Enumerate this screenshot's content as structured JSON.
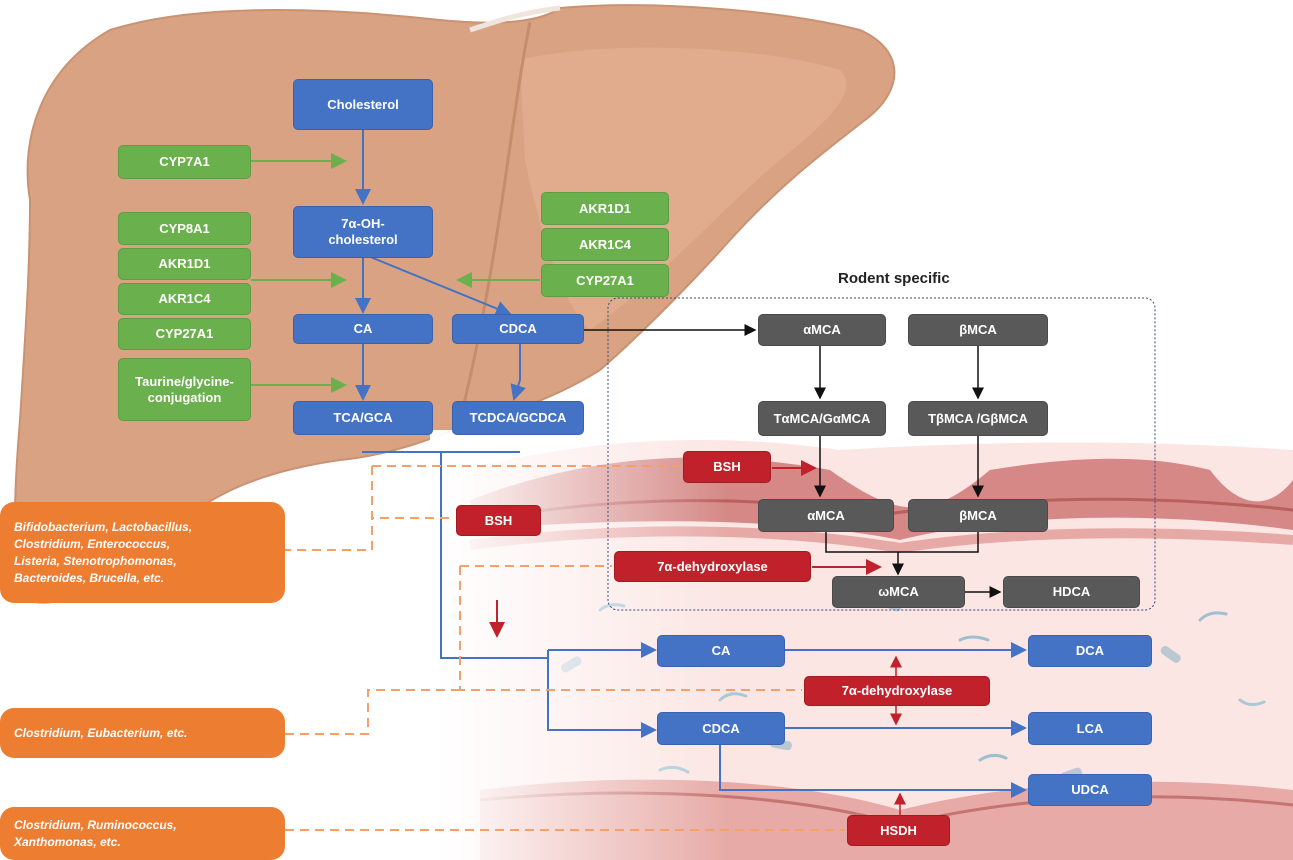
{
  "liver": {
    "cholesterol": "Cholesterol",
    "oh_cholesterol": "7α-OH-\ncholesterol",
    "ca": "CA",
    "cdca": "CDCA",
    "tca_gca": "TCA/GCA",
    "tcdca_gcdca": "TCDCA/GCDCA"
  },
  "enzymes": {
    "cyp7a1": "CYP7A1",
    "left_group": [
      "CYP8A1",
      "AKR1D1",
      "AKR1C4",
      "CYP27A1"
    ],
    "conjugation": "Taurine/glycine-\nconjugation",
    "right_group": [
      "AKR1D1",
      "AKR1C4",
      "CYP27A1"
    ]
  },
  "rodent": {
    "title": "Rodent specific",
    "amca_top": "αMCA",
    "bmca_top": "βMCA",
    "tamca": "TαMCA/GαMCA",
    "tbmca": "TβMCA /GβMCA",
    "amca": "αMCA",
    "bmca": "βMCA",
    "wmca": "ωMCA",
    "hdca": "HDCA"
  },
  "intestine": {
    "ca": "CA",
    "cdca": "CDCA",
    "dca": "DCA",
    "lca": "LCA",
    "udca": "UDCA"
  },
  "microbial_enzymes": {
    "bsh_rodent": "BSH",
    "bsh": "BSH",
    "dehydroxylase_rodent": "7α-dehydroxylase",
    "dehydroxylase": "7α-dehydroxylase",
    "hsdh": "HSDH"
  },
  "bacteria": {
    "group1": "Bifidobacterium, Lactobacillus,\nClostridium, Enterococcus,\nListeria, Stenotrophomonas,\nBacteroides, Brucella, etc.",
    "group2": "Clostridium, Eubacterium, etc.",
    "group3": "Clostridium, Ruminococcus,\nXanthomonas, etc."
  },
  "colors": {
    "liver": "#d9a383",
    "host_pathway": "#4472c4",
    "host_enzyme": "#6ab04c",
    "rodent_pathway": "#595959",
    "microbial_enzyme": "#c0212a",
    "bacteria": "#ed7d31"
  }
}
